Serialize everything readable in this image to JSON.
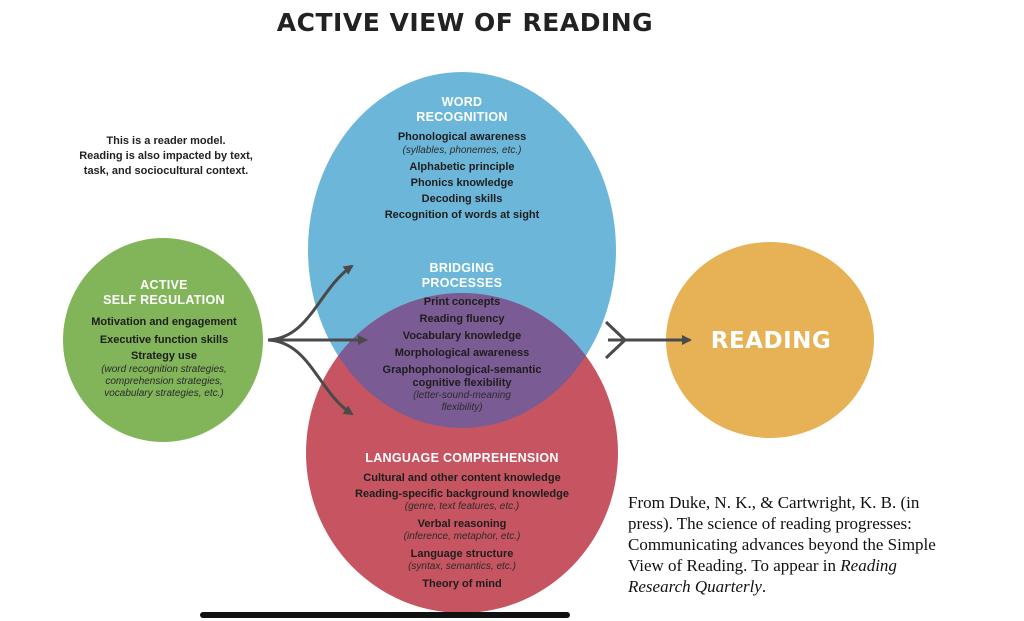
{
  "title": "ACTIVE VIEW OF READING",
  "note": [
    "This is a reader model.",
    "Reading is also impacted by text,",
    "task, and sociocultural context."
  ],
  "colors": {
    "word_recognition": "#6cb7d9",
    "language_comprehension": "#c65561",
    "bridging": "#7b5b94",
    "self_regulation": "#82b55a",
    "reading": "#e7b256",
    "arrows": "#4a4a4a"
  },
  "word_recognition": {
    "heading": [
      "WORD",
      "RECOGNITION"
    ],
    "items": [
      {
        "text": "Phonological awareness",
        "italic": false
      },
      {
        "text": "(syllables, phonemes, etc.)",
        "italic": true
      },
      {
        "text": "Alphabetic principle",
        "italic": false
      },
      {
        "text": "Phonics knowledge",
        "italic": false
      },
      {
        "text": "Decoding skills",
        "italic": false
      },
      {
        "text": "Recognition of words at sight",
        "italic": false
      }
    ]
  },
  "bridging": {
    "heading": [
      "BRIDGING",
      "PROCESSES"
    ],
    "items": [
      {
        "text": "Print concepts",
        "italic": false
      },
      {
        "text": "Reading fluency",
        "italic": false
      },
      {
        "text": "Vocabulary knowledge",
        "italic": false
      },
      {
        "text": "Morphological awareness",
        "italic": false
      },
      {
        "text": "Graphophonological-semantic",
        "italic": false
      },
      {
        "text": "cognitive flexibility",
        "italic": false
      },
      {
        "text": "(letter-sound-meaning",
        "italic": true
      },
      {
        "text": "flexibility)",
        "italic": true
      }
    ]
  },
  "language_comprehension": {
    "heading": [
      "LANGUAGE COMPREHENSION"
    ],
    "items": [
      {
        "text": "Cultural and other content knowledge",
        "italic": false
      },
      {
        "text": "Reading-specific background knowledge",
        "italic": false
      },
      {
        "text": "(genre, text features, etc.)",
        "italic": true
      },
      {
        "text": "Verbal reasoning",
        "italic": false
      },
      {
        "text": "(inference, metaphor, etc.)",
        "italic": true
      },
      {
        "text": "Language structure",
        "italic": false
      },
      {
        "text": "(syntax, semantics, etc.)",
        "italic": true
      },
      {
        "text": "Theory of mind",
        "italic": false
      }
    ]
  },
  "self_regulation": {
    "heading": [
      "ACTIVE",
      "SELF REGULATION"
    ],
    "items": [
      {
        "text": "Motivation and engagement",
        "italic": false
      },
      {
        "text": "Executive function skills",
        "italic": false
      },
      {
        "text": "Strategy use",
        "italic": false
      },
      {
        "text": "(word recognition strategies,",
        "italic": true
      },
      {
        "text": "comprehension strategies,",
        "italic": true
      },
      {
        "text": "vocabulary strategies, etc.)",
        "italic": true
      }
    ]
  },
  "reading": {
    "label": "READING"
  },
  "citation": {
    "lines": [
      "From Duke, N. K., & Cartwright, K. B. (in",
      "press). The science of reading progresses:",
      "Communicating advances beyond the Simple",
      "View of Reading. To appear in "
    ],
    "journal_line1": "Reading",
    "journal_line2": "Research Quarterly",
    "end": "."
  }
}
